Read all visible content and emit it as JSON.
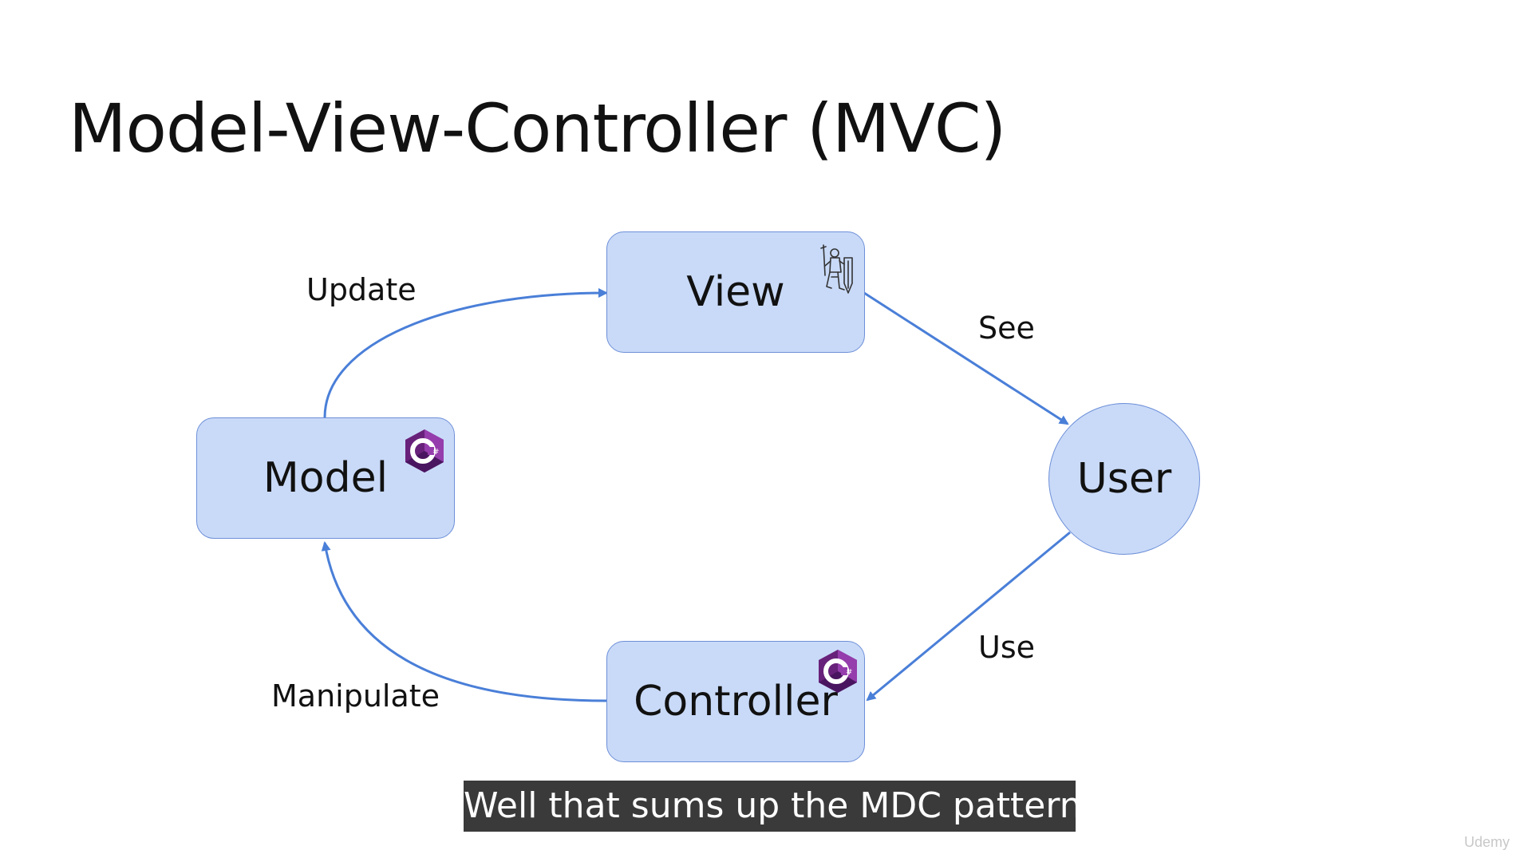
{
  "slide": {
    "title": "Model-View-Controller (MVC)"
  },
  "diagram": {
    "nodes": {
      "view": "View",
      "model": "Model",
      "user": "User",
      "controller": "Controller"
    },
    "edges": {
      "update": "Update",
      "see": "See",
      "use": "Use",
      "manipulate": "Manipulate"
    },
    "colors": {
      "node_fill": "#c9daf8",
      "node_border": "#6d8fd8",
      "arrow": "#4a7fd8",
      "csharp_icon": "#68217a"
    },
    "icons": {
      "view": "knight-illustration-icon",
      "model": "csharp-logo-icon",
      "controller": "csharp-logo-icon"
    }
  },
  "subtitle": {
    "text": "Well that sums up the MDC pattern."
  },
  "watermark": {
    "text": "Udemy"
  }
}
